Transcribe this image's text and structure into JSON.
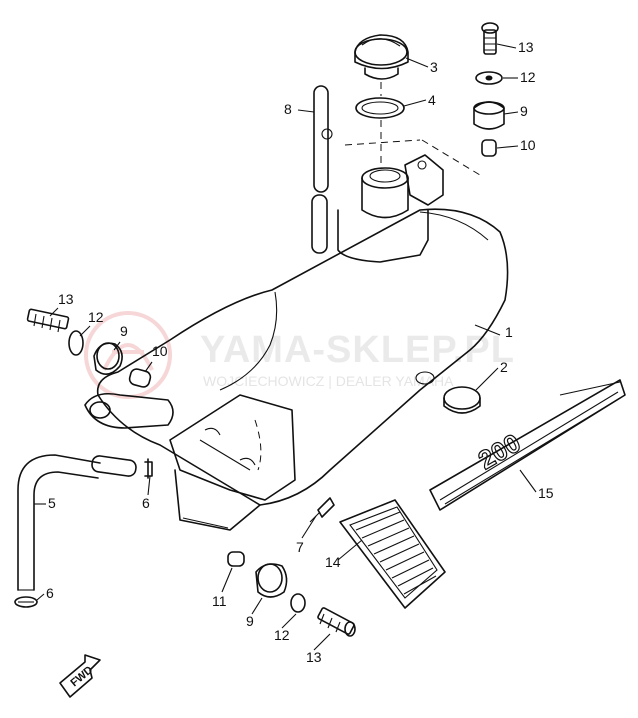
{
  "diagram": {
    "callouts": [
      {
        "id": "c1",
        "label": "1",
        "part": "fuel-tank"
      },
      {
        "id": "c2",
        "label": "2",
        "part": "tank-plug"
      },
      {
        "id": "c3",
        "label": "3",
        "part": "fuel-cap"
      },
      {
        "id": "c4",
        "label": "4",
        "part": "cap-gasket"
      },
      {
        "id": "c5",
        "label": "5",
        "part": "fuel-hose"
      },
      {
        "id": "c6a",
        "label": "6",
        "part": "hose-clip"
      },
      {
        "id": "c6b",
        "label": "6",
        "part": "hose-clip"
      },
      {
        "id": "c7",
        "label": "7",
        "part": "small-screw"
      },
      {
        "id": "c8",
        "label": "8",
        "part": "breather-pipe"
      },
      {
        "id": "c9a",
        "label": "9",
        "part": "rubber-damper"
      },
      {
        "id": "c9b",
        "label": "9",
        "part": "rubber-damper"
      },
      {
        "id": "c9c",
        "label": "9",
        "part": "rubber-damper"
      },
      {
        "id": "c10a",
        "label": "10",
        "part": "collar"
      },
      {
        "id": "c10b",
        "label": "10",
        "part": "collar"
      },
      {
        "id": "c11",
        "label": "11",
        "part": "collar"
      },
      {
        "id": "c12a",
        "label": "12",
        "part": "washer"
      },
      {
        "id": "c12b",
        "label": "12",
        "part": "washer"
      },
      {
        "id": "c12c",
        "label": "12",
        "part": "washer"
      },
      {
        "id": "c13a",
        "label": "13",
        "part": "bolt"
      },
      {
        "id": "c13b",
        "label": "13",
        "part": "bolt"
      },
      {
        "id": "c13c",
        "label": "13",
        "part": "bolt"
      },
      {
        "id": "c14",
        "label": "14",
        "part": "knee-pad"
      },
      {
        "id": "c15",
        "label": "15",
        "part": "emblem-decal"
      }
    ],
    "fwd_label": "FWD",
    "decal_text": "200",
    "watermark": {
      "title": "YAMA-SKLEP.PL",
      "subtitle": "WOJCIECHOWICZ | DEALER YAMAHA"
    }
  }
}
